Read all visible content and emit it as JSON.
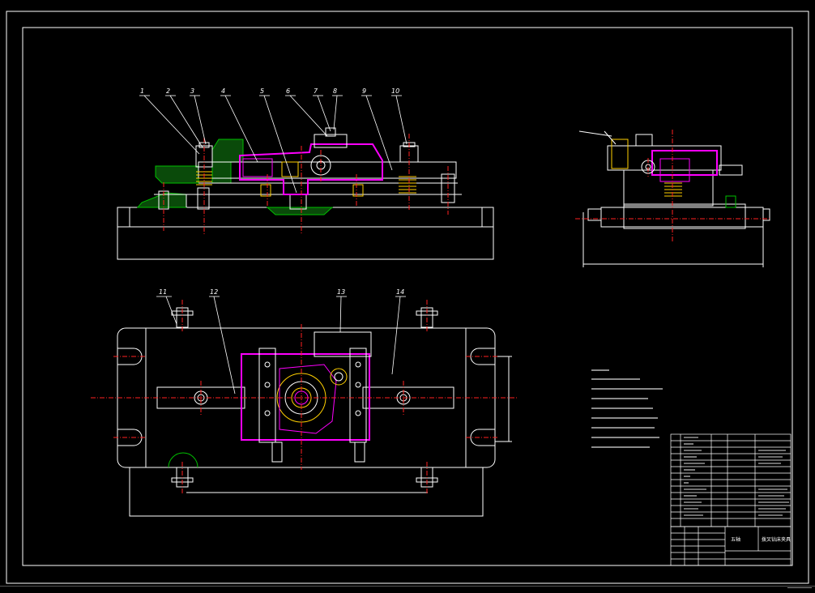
{
  "drawing": {
    "balloons": [
      "1",
      "2",
      "3",
      "4",
      "5",
      "6",
      "7",
      "8",
      "9",
      "10",
      "11",
      "12",
      "13",
      "14"
    ],
    "title_block": {
      "title_left": "五轴",
      "title_right": "拨叉钻床夹具",
      "company_field": ""
    }
  },
  "colors": {
    "background": "#000000",
    "outline": "#ffffff",
    "highlight": "#ff00ff",
    "centerline": "#ff2020",
    "hatch": "#00c000",
    "part_yellow": "#ffd000"
  }
}
